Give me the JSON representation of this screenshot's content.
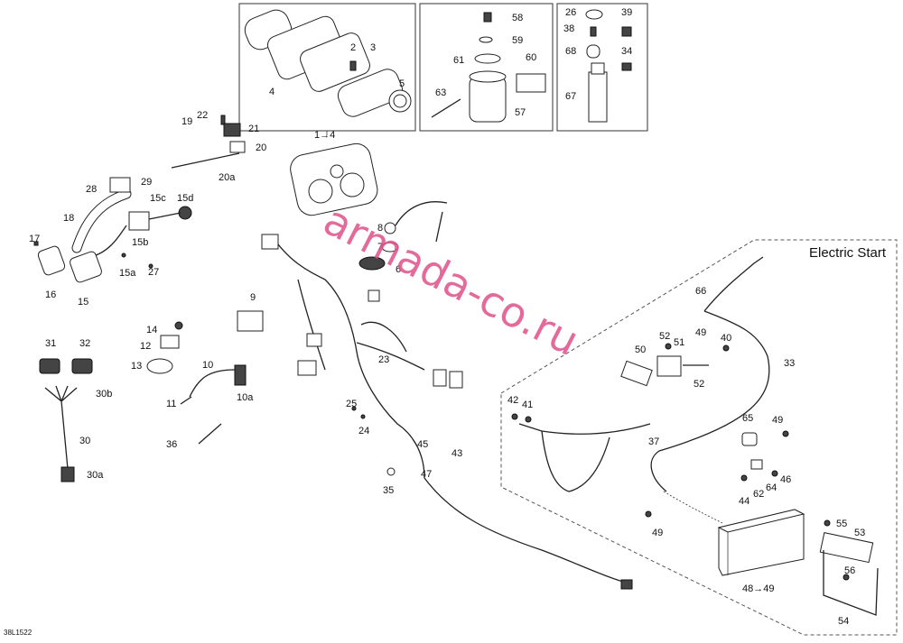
{
  "diagram": {
    "section_title": "Electric Start",
    "watermark": "armada-co.ru",
    "drawing_code": "38L1522",
    "callouts": [
      "1→4",
      "2",
      "3",
      "4",
      "5",
      "6",
      "7",
      "8",
      "9",
      "10",
      "10a",
      "11",
      "12",
      "13",
      "14",
      "15",
      "15a",
      "15b",
      "15c",
      "15d",
      "16",
      "17",
      "18",
      "19",
      "20",
      "20a",
      "21",
      "22",
      "23",
      "25",
      "24",
      "26",
      "27",
      "28",
      "29",
      "30",
      "30a",
      "30b",
      "31",
      "32",
      "33",
      "34",
      "35",
      "36",
      "37",
      "38",
      "39",
      "40",
      "41",
      "42",
      "43",
      "44",
      "45",
      "46",
      "47",
      "48→49",
      "49",
      "49",
      "49",
      "50",
      "51",
      "52",
      "52",
      "53",
      "54",
      "55",
      "56",
      "57",
      "58",
      "59",
      "60",
      "61",
      "62",
      "63",
      "64",
      "65",
      "66",
      "67",
      "68"
    ]
  }
}
